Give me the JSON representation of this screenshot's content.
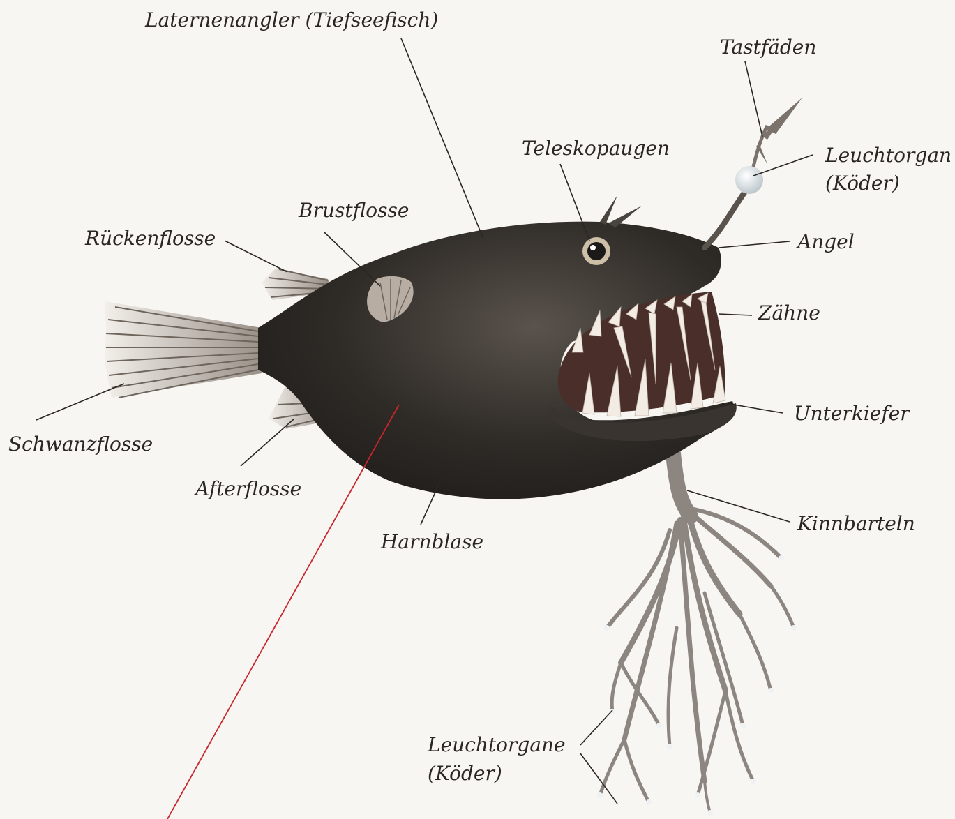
{
  "labels": {
    "title": "Laternenangler (Tiefseefisch)",
    "tastfaeden": "Tastfäden",
    "teleskopaugen": "Teleskopaugen",
    "leuchtorgan_line1": "Leuchtorgan",
    "leuchtorgan_line2": "(Köder)",
    "brustflosse": "Brustflosse",
    "rueckenflosse": "Rückenflosse",
    "angel": "Angel",
    "zaehne": "Zähne",
    "unterkiefer": "Unterkiefer",
    "schwanzflosse": "Schwanzflosse",
    "afterflosse": "Afterflosse",
    "harnblase": "Harnblase",
    "kinnbarteln": "Kinnbarteln",
    "leuchtorgane_line1": "Leuchtorgane",
    "leuchtorgane_line2": "(Köder)"
  },
  "colors": {
    "background": "#f7f6f2",
    "body": "#2f2b27",
    "fin": "#cfc6bd",
    "barbel": "#8c8580",
    "text": "#2a2622",
    "pointer": "#c8262c"
  }
}
